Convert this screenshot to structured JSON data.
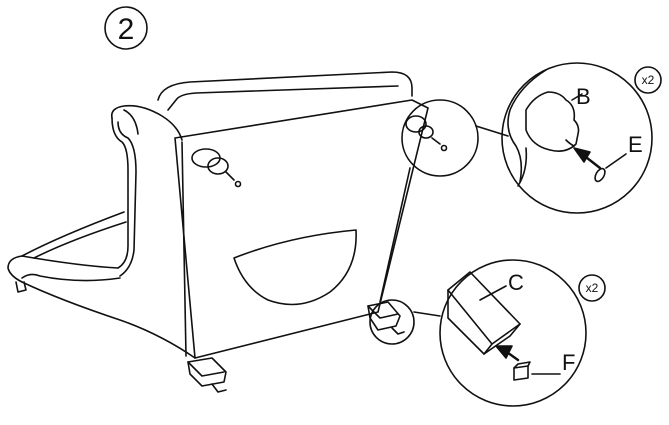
{
  "step": {
    "number": "2"
  },
  "callouts": {
    "top": {
      "labels": [
        "B",
        "E"
      ],
      "multiplier": "x2",
      "parts": [
        "armrest-bolt",
        "washer"
      ]
    },
    "bottom": {
      "labels": [
        "C",
        "F"
      ],
      "multiplier": "x2",
      "parts": [
        "wooden-leg",
        "foot-cap"
      ]
    }
  },
  "colors": {
    "stroke": "#111111",
    "background": "#ffffff"
  }
}
